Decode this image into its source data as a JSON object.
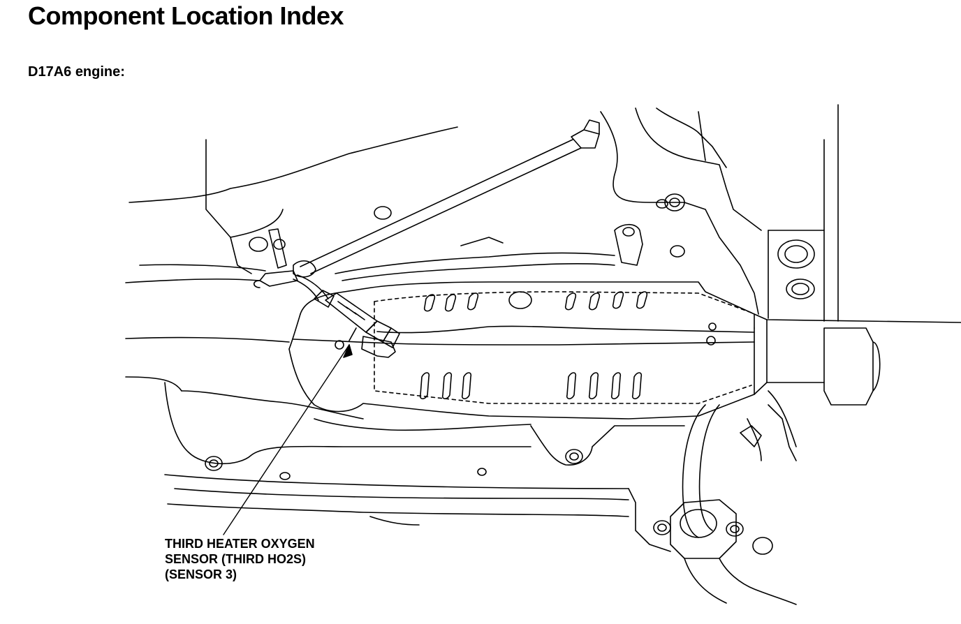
{
  "header": {
    "title": "Component Location Index",
    "subtitle": "D17A6 engine:"
  },
  "diagram": {
    "callout": {
      "line1": "THIRD HEATER OXYGEN",
      "line2": "SENSOR (THIRD HO2S)",
      "line3": "(SENSOR 3)"
    }
  },
  "colors": {
    "ink": "#000000",
    "paper": "#ffffff"
  }
}
